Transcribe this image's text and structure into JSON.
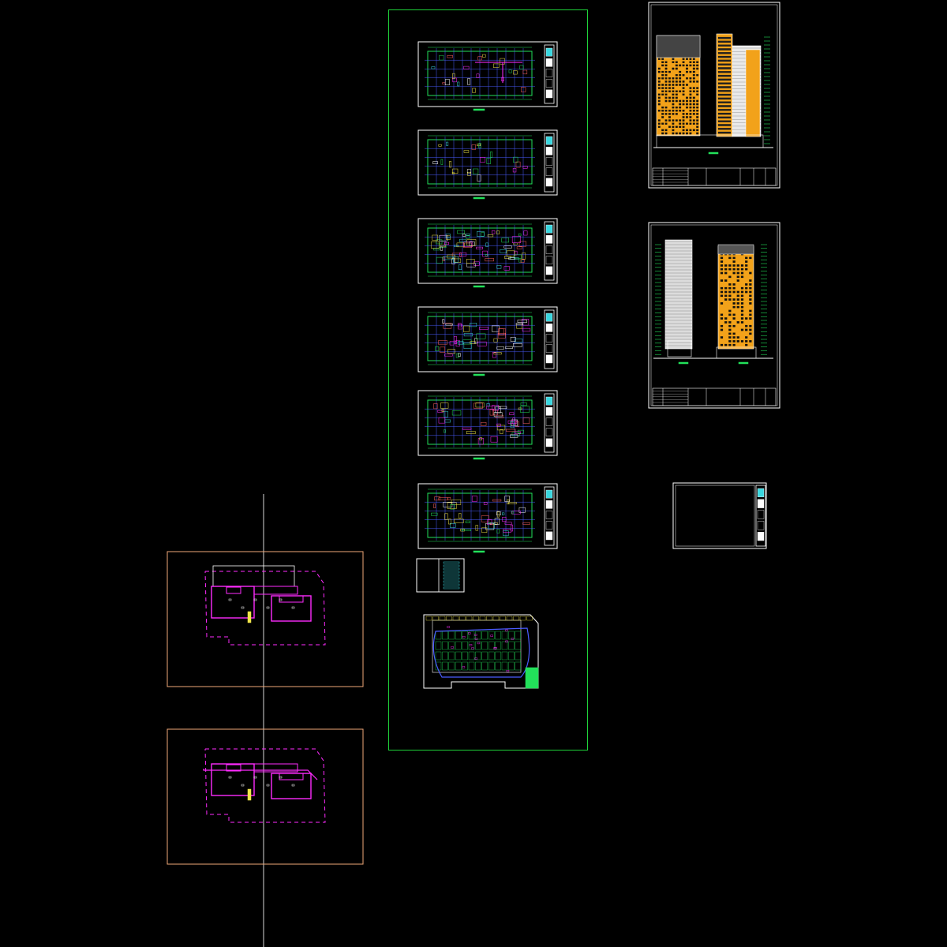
{
  "canvas": {
    "background": "#000000",
    "description_free": true
  },
  "colors": {
    "frame_white": "#ffffff",
    "group_frame_green": "#1fd43a",
    "grid_green": "#22e05a",
    "grid_blue": "#4a5cff",
    "magenta": "#ff2bff",
    "orange_sheet": "#f0a878",
    "facade_orange": "#f2a21a",
    "divider_line": "#d8d8d8",
    "title_cyan": "#39d8e0",
    "yellow": "#f2e64a"
  },
  "sheets": {
    "floor_plans": [
      {
        "id": "plan-1",
        "density": 1
      },
      {
        "id": "plan-2",
        "density": 1
      },
      {
        "id": "plan-3",
        "density": 3
      },
      {
        "id": "plan-4",
        "density": 2
      },
      {
        "id": "plan-5",
        "density": 2
      },
      {
        "id": "plan-6",
        "density": 2
      }
    ],
    "elevations": [
      {
        "id": "elevation-1"
      },
      {
        "id": "elevation-2"
      }
    ],
    "site_plan": {
      "id": "site-plan"
    },
    "blank_sheet": {
      "id": "blank-sheet"
    },
    "small_legend": {
      "id": "legend-sheet"
    },
    "outline_plans": [
      {
        "id": "outline-plan-1"
      },
      {
        "id": "outline-plan-2"
      }
    ]
  }
}
